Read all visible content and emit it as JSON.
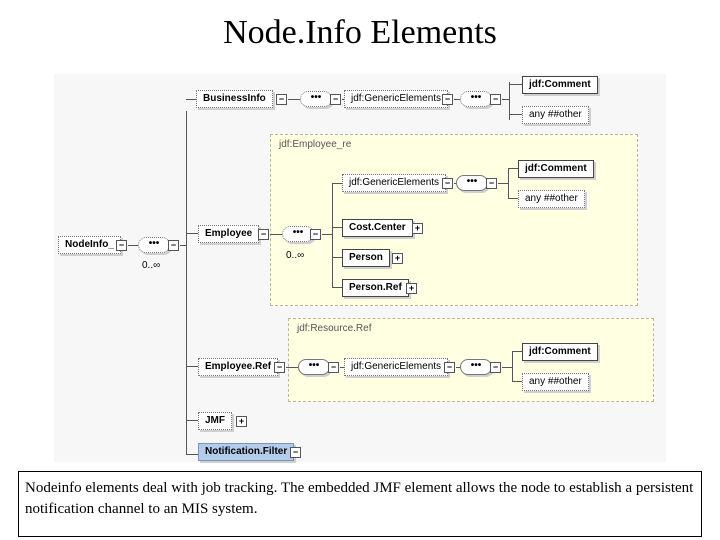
{
  "title": "Node.Info Elements",
  "diagram": {
    "node_info": "NodeInfo_",
    "node_info_multiplicity": "0..∞",
    "business_info": "BusinessInfo",
    "generic_elements": "jdf:GenericElements",
    "generic_elements_short": "jdf:GenericElements",
    "comment": "jdf:Comment",
    "any_other": "any ##other",
    "employee": "Employee",
    "employee_group_multiplicity": "0..∞",
    "employee_group_label": "jdf:Employee_re",
    "cost_center": "Cost.Center",
    "person": "Person",
    "person_ref": "Person.Ref",
    "resource_ref_label": "jdf:Resource.Ref",
    "employee_ref": "Employee.Ref",
    "jmf": "JMF",
    "notification_filter": "Notification.Filter",
    "seq_glyph": "•••",
    "plus": "+",
    "minus": "−"
  },
  "caption": "Nodeinfo elements deal with job tracking. The embedded JMF element allows the node to establish a persistent notification channel to an MIS system."
}
